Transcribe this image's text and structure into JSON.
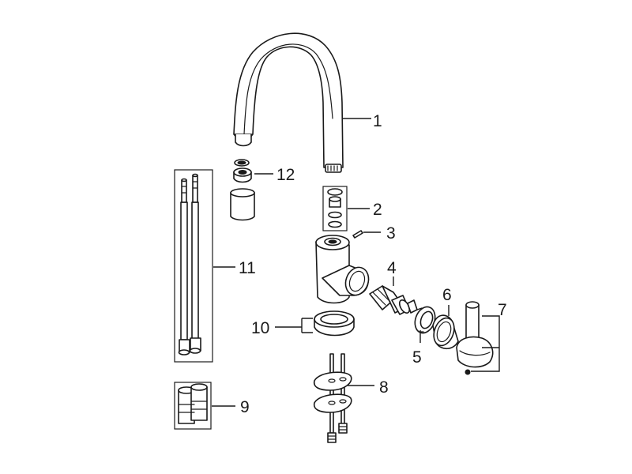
{
  "diagram": {
    "labels": [
      {
        "id": "part-1",
        "text": "1"
      },
      {
        "id": "part-2",
        "text": "2"
      },
      {
        "id": "part-3",
        "text": "3"
      },
      {
        "id": "part-4",
        "text": "4"
      },
      {
        "id": "part-5",
        "text": "5"
      },
      {
        "id": "part-6",
        "text": "6"
      },
      {
        "id": "part-7",
        "text": "7"
      },
      {
        "id": "part-8",
        "text": "8"
      },
      {
        "id": "part-9",
        "text": "9"
      },
      {
        "id": "part-10",
        "text": "10"
      },
      {
        "id": "part-11",
        "text": "11"
      },
      {
        "id": "part-12",
        "text": "12"
      }
    ]
  },
  "colors": {
    "line": "#1a1a1a",
    "background": "#ffffff"
  }
}
